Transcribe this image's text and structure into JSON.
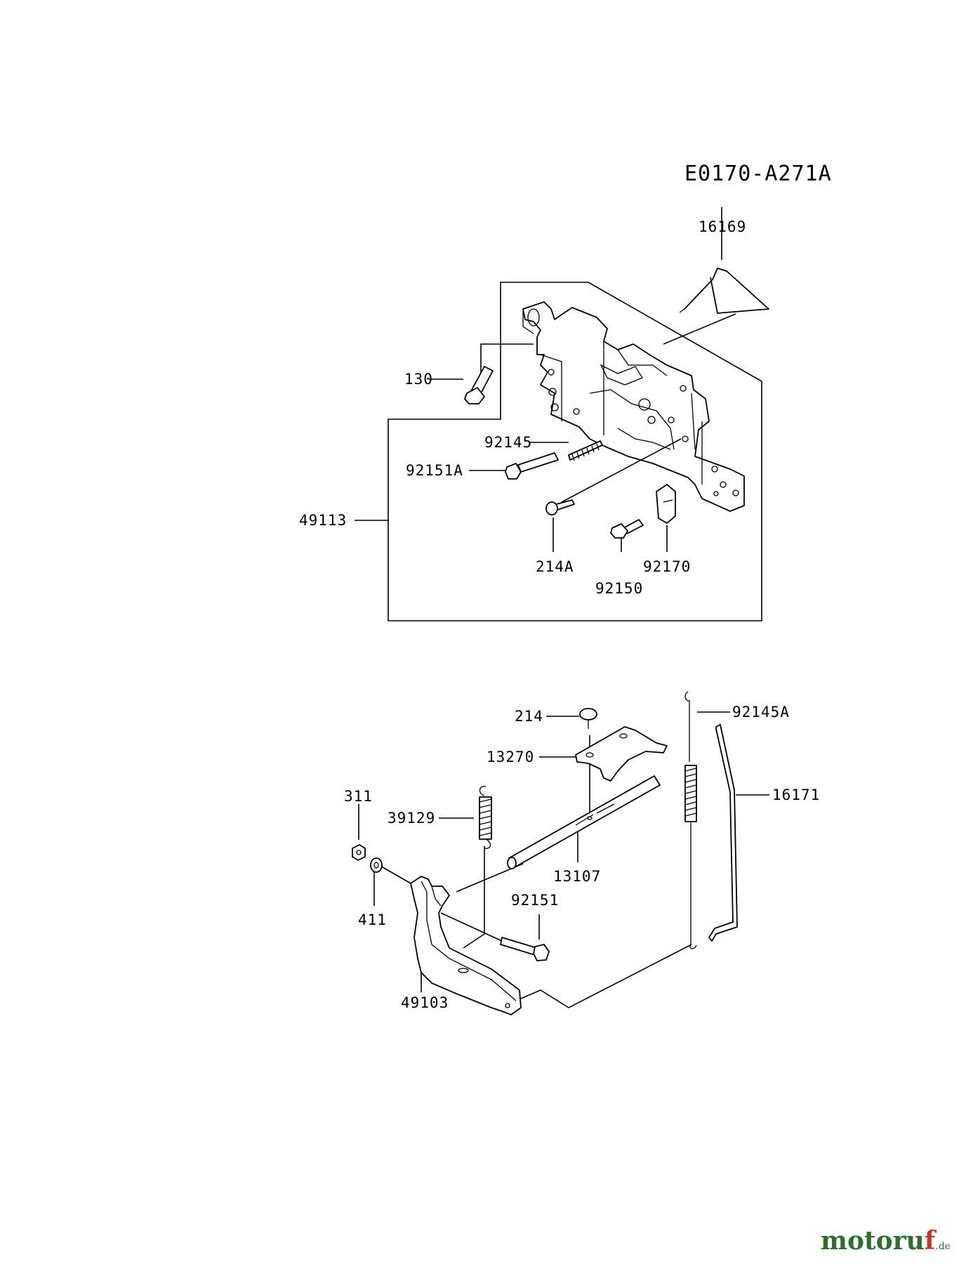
{
  "diagram_code": "E0170-A271A",
  "watermark": {
    "brand_main": "motoru",
    "brand_accent": "f",
    "tld": ".de"
  },
  "parts": {
    "p16169": "16169",
    "p130": "130",
    "p92145": "92145",
    "p92151A": "92151A",
    "p49113": "49113",
    "p214A": "214A",
    "p92170": "92170",
    "p92150": "92150",
    "p214": "214",
    "p92145A": "92145A",
    "p13270": "13270",
    "p16171": "16171",
    "p311": "311",
    "p39129": "39129",
    "p13107": "13107",
    "p411": "411",
    "p92151": "92151",
    "p49103": "49103"
  }
}
